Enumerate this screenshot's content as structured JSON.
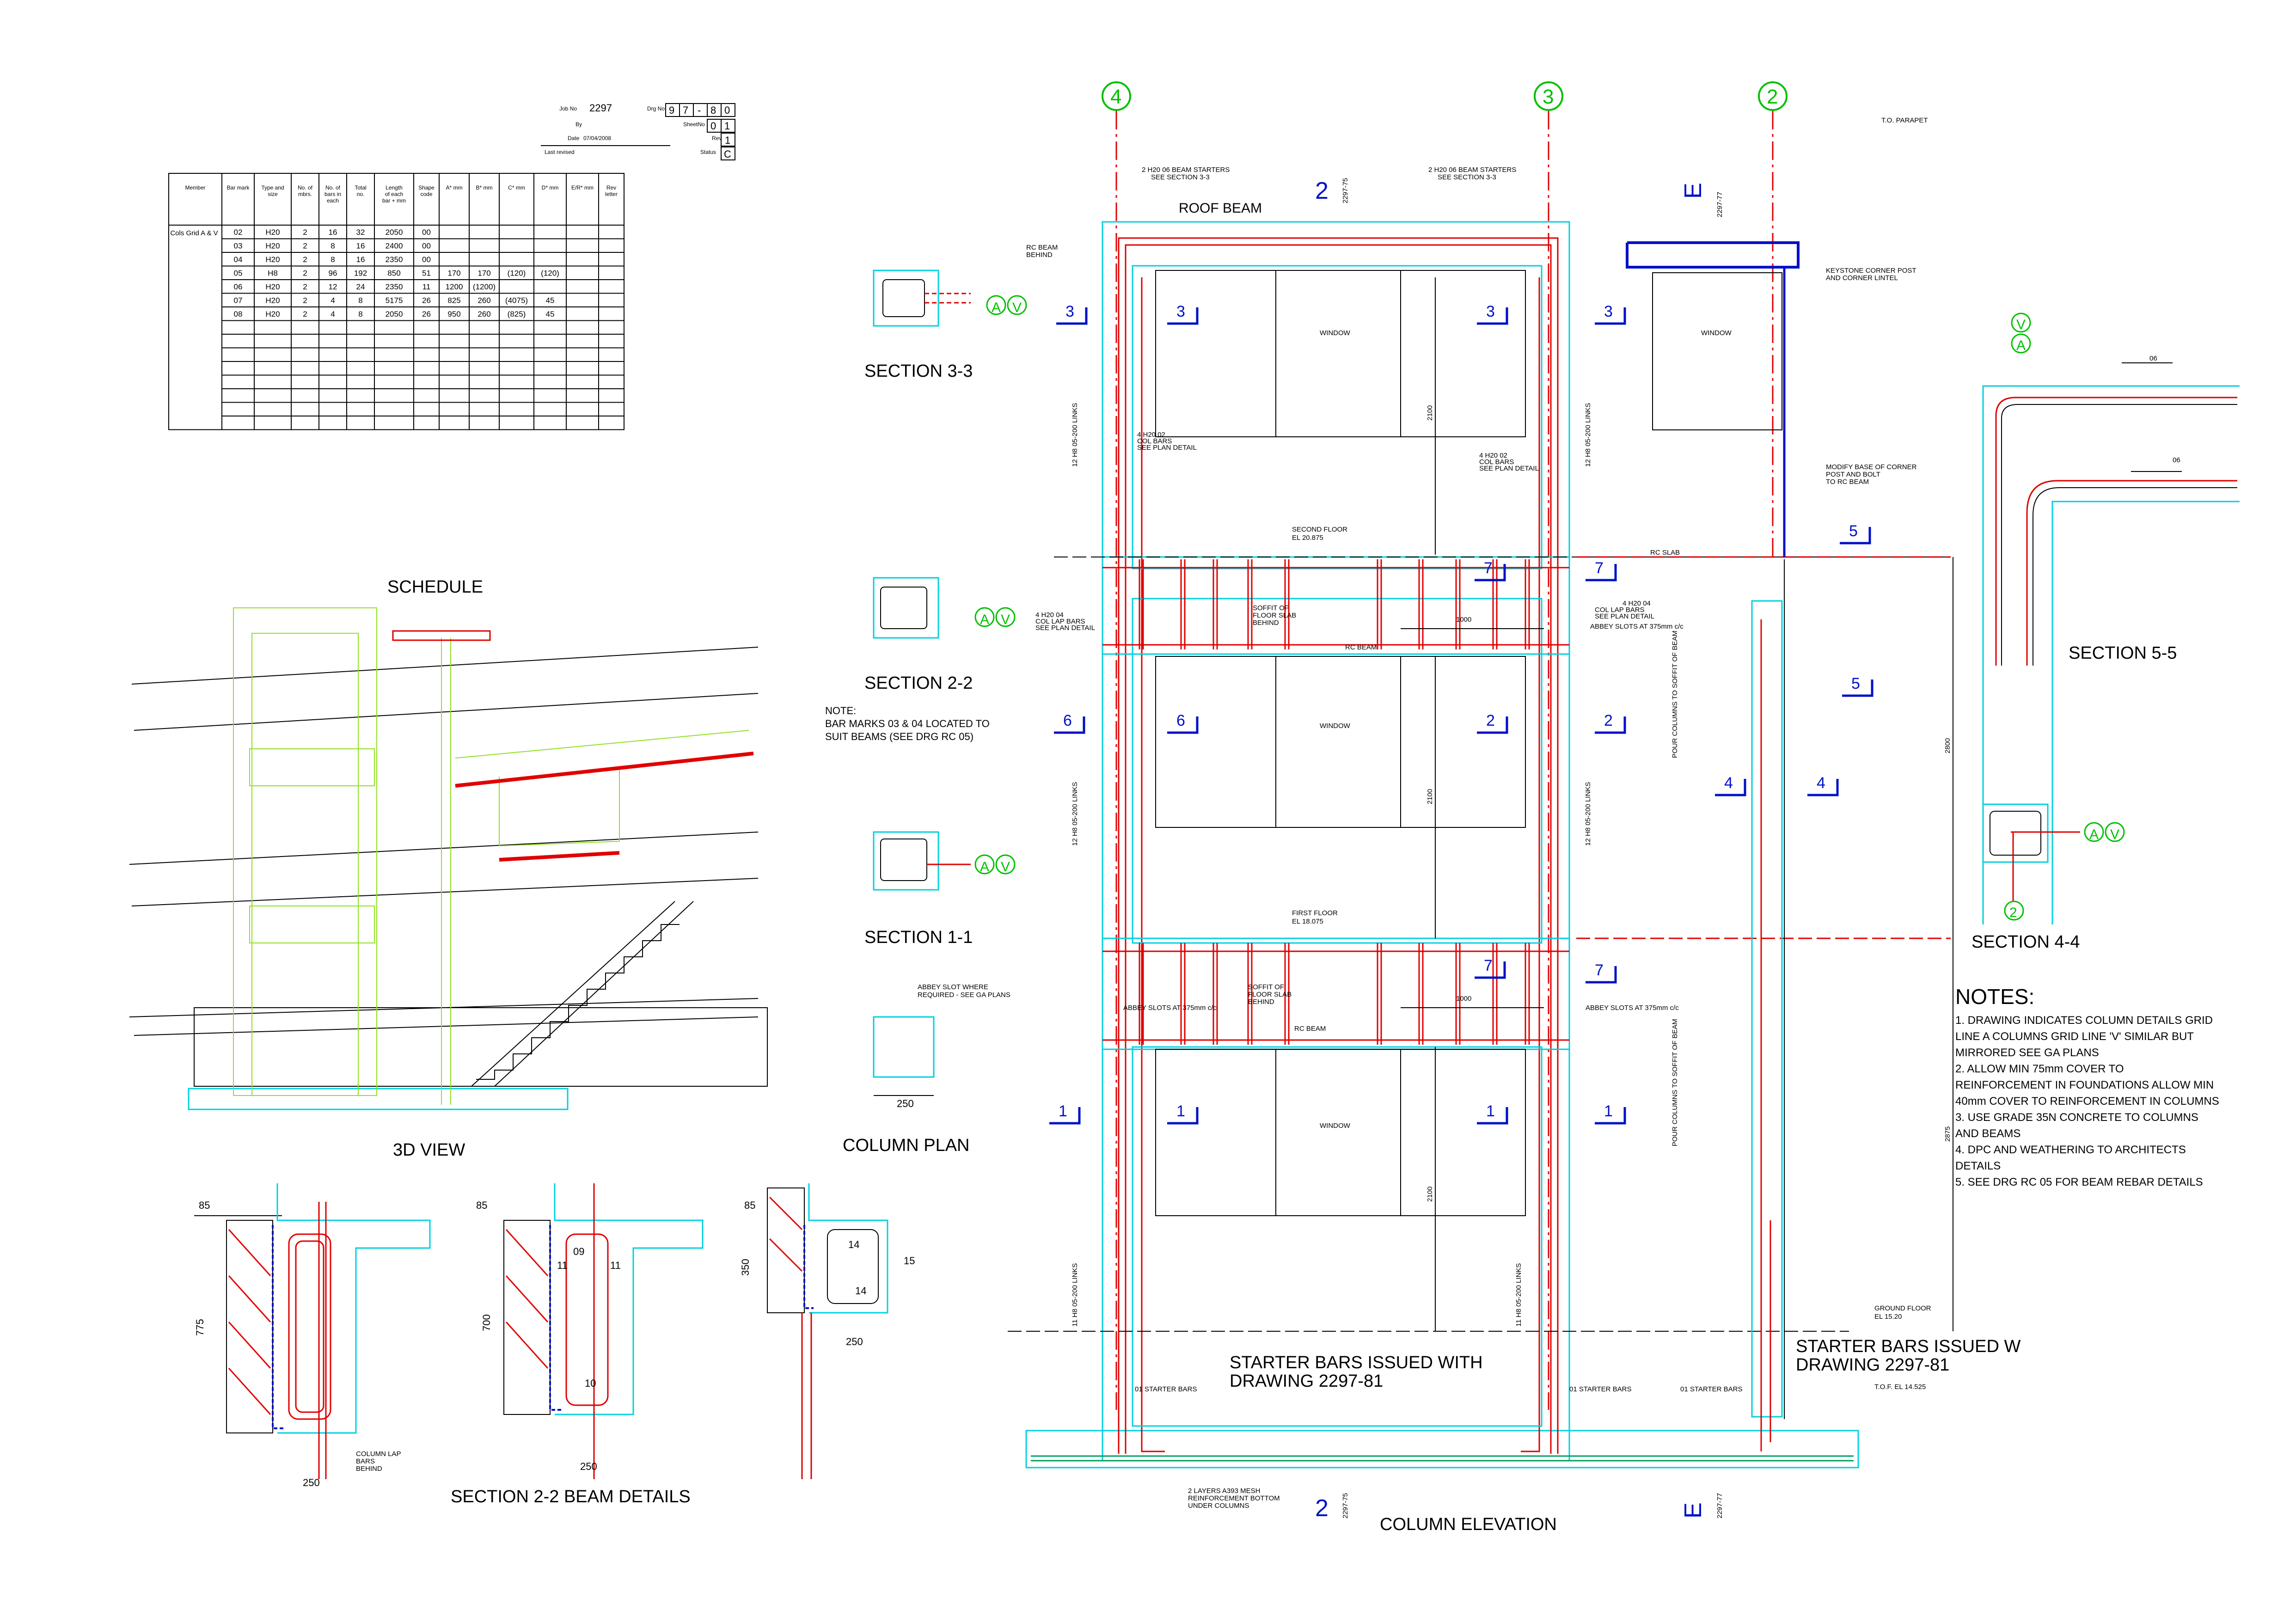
{
  "title_block": {
    "job_no_label": "Job No",
    "job_no": "2297",
    "by_label": "By",
    "date_label": "Date",
    "date": "07/04/2008",
    "last_revised_label": "Last revised",
    "drg_no_label": "Drg No",
    "drg_no": [
      "9",
      "7",
      "-",
      "8",
      "0"
    ],
    "sheet_no_label": "SheetNo",
    "sheet_no": [
      "0",
      "1"
    ],
    "rev_label": "Rev",
    "rev": "1",
    "status_label": "Status",
    "status": "C"
  },
  "schedule": {
    "caption": "SCHEDULE",
    "headers": [
      "Member",
      "Bar mark",
      "Type and size",
      "No. of mbrs.",
      "No. of bars in each",
      "Total no.",
      "Length of each bar + mm",
      "Shape code",
      "A* mm",
      "B* mm",
      "C* mm",
      "D* mm",
      "E/R* mm",
      "Rev letter"
    ],
    "member": "Cols Grid A & V",
    "rows": [
      [
        "02",
        "H20",
        "2",
        "16",
        "32",
        "2050",
        "00",
        "",
        "",
        "",
        "",
        ""
      ],
      [
        "03",
        "H20",
        "2",
        "8",
        "16",
        "2400",
        "00",
        "",
        "",
        "",
        "",
        ""
      ],
      [
        "04",
        "H20",
        "2",
        "8",
        "16",
        "2350",
        "00",
        "",
        "",
        "",
        "",
        ""
      ],
      [
        "05",
        "H8",
        "2",
        "96",
        "192",
        "850",
        "51",
        "170",
        "170",
        "(120)",
        "(120)",
        ""
      ],
      [
        "06",
        "H20",
        "2",
        "12",
        "24",
        "2350",
        "11",
        "1200",
        "(1200)",
        "",
        "",
        ""
      ],
      [
        "07",
        "H20",
        "2",
        "4",
        "8",
        "5175",
        "26",
        "825",
        "260",
        "(4075)",
        "45",
        ""
      ],
      [
        "08",
        "H20",
        "2",
        "4",
        "8",
        "2050",
        "26",
        "950",
        "260",
        "(825)",
        "45",
        ""
      ]
    ]
  },
  "captions": {
    "view3d": "3D VIEW",
    "beam_details": "SECTION 2-2 BEAM DETAILS",
    "sec33": "SECTION 3-3",
    "sec22": "SECTION 2-2",
    "sec11": "SECTION 1-1",
    "column_plan": "COLUMN PLAN",
    "column_elevation": "COLUMN ELEVATION",
    "sec55": "SECTION 5-5",
    "sec44": "SECTION 4-4"
  },
  "section_note": "NOTE:\nBAR MARKS 03 & 04 LOCATED TO\nSUIT BEAMS (SEE DRG RC 05)",
  "grid_labels": {
    "g4": "4",
    "g3": "3",
    "g2": "2",
    "A": "A",
    "V": "V"
  },
  "elevation": {
    "roof_beam": "ROOF BEAM",
    "window": "WINDOW",
    "rc_beam": "RC BEAM",
    "rc_slab": "RC SLAB",
    "second_floor": "SECOND FLOOR",
    "second_floor_el": "EL 20.875",
    "first_floor": "FIRST FLOOR",
    "first_floor_el": "EL 18.075",
    "ground_floor": "GROUND FLOOR",
    "ground_floor_el": "EL 15.20",
    "tof": "T.O.F. EL 14.525",
    "to_parapet": "T.O. PARAPET",
    "starter_left": "STARTER BARS ISSUED WITH\nDRAWING 2297-81",
    "starter_right": "STARTER BARS ISSUED W\nDRAWING 2297-81",
    "starter_bars": "01 STARTER BARS",
    "beam_starters": "2 H20 06 BEAM STARTERS\nSEE SECTION 3-3",
    "col_lap": "4 H20 02\nCOL BARS\nSEE PLAN DETAIL",
    "col_lap_04": "4 H20 04\nCOL LAP BARS\nSEE PLAN DETAIL",
    "links_upper": "12 H8 05-200 LINKS",
    "links_lower": "11 H8 05-200 LINKS",
    "abbey": "ABBEY SLOTS AT 375mm c/c",
    "soffit": "SOFFIT OF\nFLOOR SLAB\nBEHIND",
    "mesh": "2 LAYERS A393 MESH\nREINFORCEMENT BOTTOM\nUNDER COLUMNS",
    "keystone": "KEYSTONE CORNER POST\nAND CORNER LINTEL",
    "modify": "MODIFY BASE OF CORNER\nPOST AND BOLT\nTO RC BEAM",
    "pour": "POUR COLUMNS TO\nSOFFIT OF BEAM",
    "rc_beam_behind": "RC BEAM\nBEHIND",
    "abbey_plan": "ABBEY SLOT WHERE\nREQUIRED - SEE GA PLANS",
    "dim_1000": "1000",
    "dim_2100": "2100",
    "dim_2800": "2800",
    "dim_2875": "2875",
    "dim_250": "250",
    "ref_2297_75": "2297-75",
    "ref_2297_77": "2297-77"
  },
  "beam_detail": {
    "dim_85": "85",
    "dim_775": "775",
    "dim_700": "700",
    "dim_350": "350",
    "dim_250": "250",
    "col_lap": "COLUMN LAP\nBARS\nBEHIND",
    "marks": [
      "09",
      "10",
      "11",
      "14",
      "15"
    ]
  },
  "notes": {
    "heading": "NOTES:",
    "items": [
      "1. DRAWING INDICATES COLUMN DETAILS GRID",
      "LINE A COLUMNS GRID LINE 'V' SIMILAR BUT",
      "MIRRORED SEE GA PLANS",
      " 2. ALLOW MIN 75mm COVER TO",
      "REINFORCEMENT IN FOUNDATIONS ALLOW MIN",
      "40mm COVER TO REINFORCEMENT IN COLUMNS",
      " 3. USE GRADE 35N CONCRETE TO COLUMNS",
      "AND BEAMS",
      " 4. DPC AND WEATHERING TO ARCHITECTS",
      "DETAILS",
      " 5. SEE DRG RC 05 FOR BEAM REBAR DETAILS"
    ]
  },
  "colors": {
    "grid": "#00c000",
    "cyan": "#00d0e0",
    "rebar": "#e00000",
    "section": "#0010c8",
    "view3d": "#90e020"
  }
}
